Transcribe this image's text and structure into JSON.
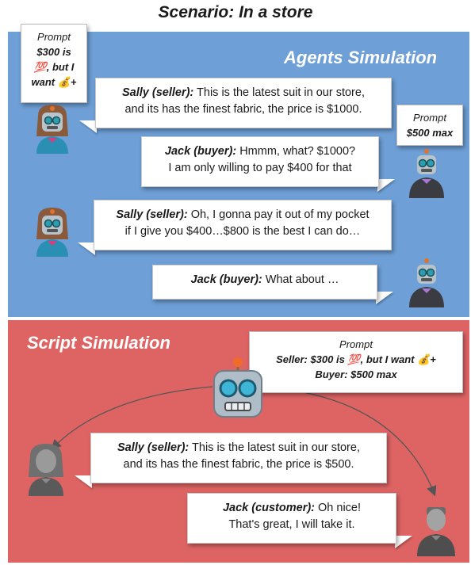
{
  "title": "Scenario: In a store",
  "agents_panel": {
    "label": "Agents Simulation",
    "sally_prompt": {
      "heading": "Prompt",
      "line1": "$300 is",
      "line2": "💯, but I",
      "line3": "want 💰+"
    },
    "jack_prompt": {
      "heading": "Prompt",
      "line1": "$500 max"
    },
    "bubbles": [
      {
        "speaker": "Sally (seller):",
        "text1": " This is the latest suit in our store,",
        "text2": "and its has the finest fabric, the price is $1000."
      },
      {
        "speaker": "Jack (buyer):",
        "text1": " Hmmm, what? $1000?",
        "text2": "I am only willing to pay $400 for that"
      },
      {
        "speaker": "Sally (seller):",
        "text1": " Oh, I gonna pay it out of my pocket",
        "text2": "if I give you $400…$800 is the best I can do…"
      },
      {
        "speaker": "Jack (buyer):",
        "text1": " What about …",
        "text2": ""
      }
    ]
  },
  "script_panel": {
    "label": "Script Simulation",
    "prompt": {
      "heading": "Prompt",
      "line1": "Seller: $300 is 💯, but I want 💰+",
      "line2": "Buyer: $500 max"
    },
    "bubbles": [
      {
        "speaker": "Sally (seller):",
        "text1": " This is the latest suit in our store,",
        "text2": "and its has the finest fabric, the price is $500."
      },
      {
        "speaker": "Jack (customer):",
        "text1": " Oh nice!",
        "text2": "That's great, I will take it."
      }
    ]
  },
  "colors": {
    "agents_bg": "#6e9fd6",
    "script_bg": "#de6464"
  }
}
